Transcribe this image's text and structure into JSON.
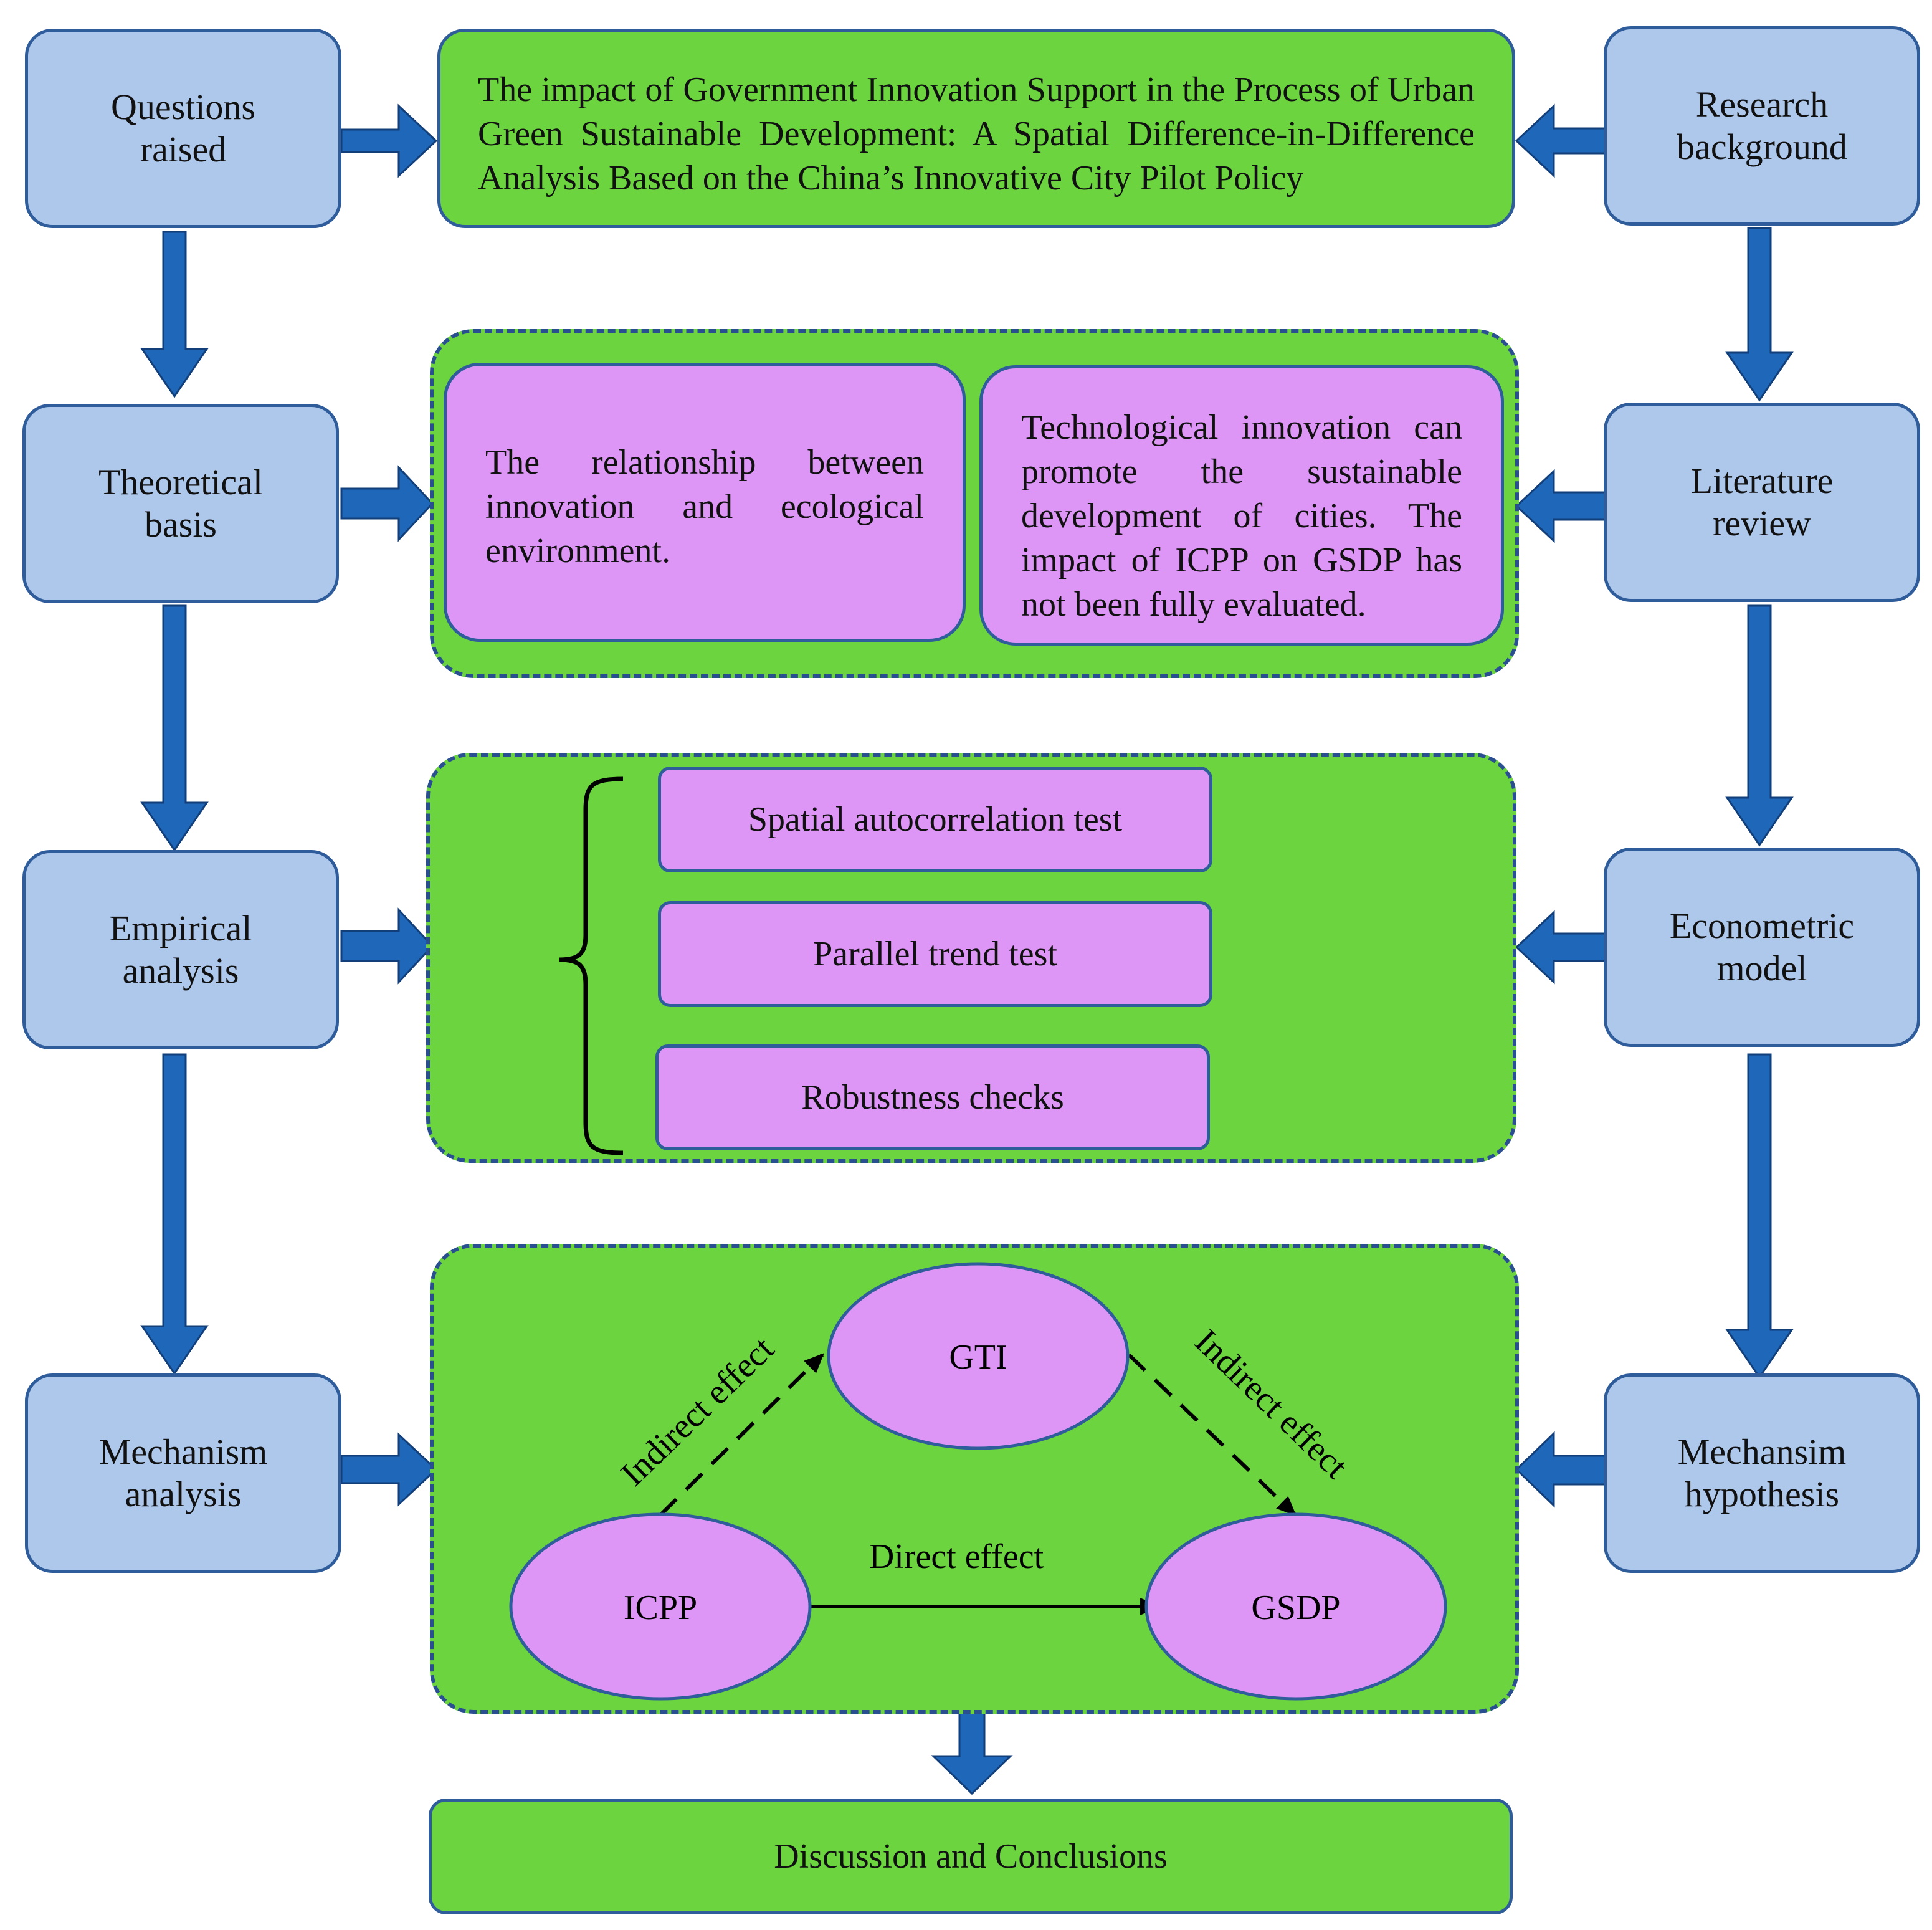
{
  "left_column": [
    [
      "Questions",
      "raised"
    ],
    [
      "Theoretical",
      "basis"
    ],
    [
      "Empirical",
      "analysis"
    ],
    [
      "Mechanism",
      "analysis"
    ]
  ],
  "right_column": [
    [
      "Research",
      "background"
    ],
    [
      "Literature",
      "review"
    ],
    [
      "Econometric",
      "model"
    ],
    [
      "Mechansim",
      "hypothesis"
    ]
  ],
  "title": "The impact of Government Innovation Support in the Process of Urban Green Sustainable Development: A Spatial Difference-in-Difference Analysis Based on the China’s Innovative City Pilot Policy",
  "theory": {
    "left": "The relationship between innovation and ecological environment.",
    "right": "Technological innovation can promote the sustainable development of cities. The impact of ICPP on GSDP has not been fully evaluated."
  },
  "empirical": {
    "tests": [
      "Spatial autocorrelation test",
      "Parallel trend test",
      "Robustness checks"
    ]
  },
  "mechanism": {
    "nodes": {
      "top": "GTI",
      "left": "ICPP",
      "right": "GSDP"
    },
    "indirect_left": "Indirect effect",
    "indirect_right": "Indirect effect",
    "direct": "Direct effect"
  },
  "conclusion": "Discussion and Conclusions",
  "colors": {
    "side_box_fill": "#aec8ec",
    "side_box_border": "#2f5c9a",
    "panel_green": "#6bd43f",
    "node_pink": "#dd95f6",
    "arrow_blue": "#1f67b8"
  }
}
